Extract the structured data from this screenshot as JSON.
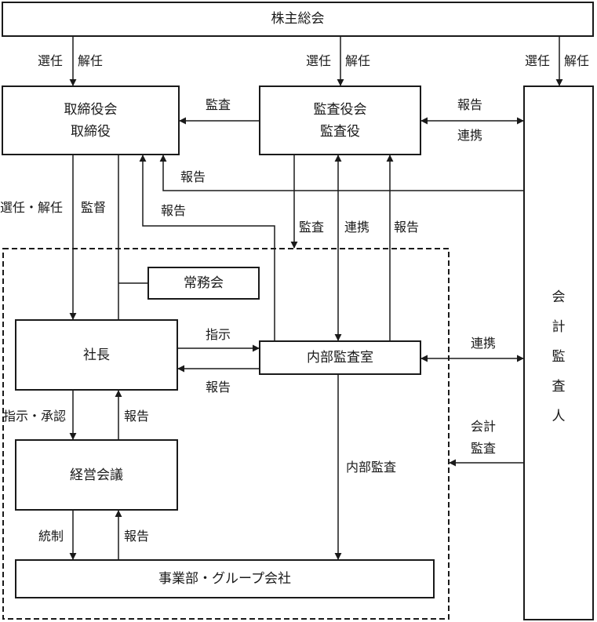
{
  "boxes": {
    "shareholders": "株主総会",
    "board_title": "取締役会",
    "board_sub": "取締役",
    "audit_board_title": "監査役会",
    "audit_board_sub": "監査役",
    "auditor": "会計監査人",
    "executive": "常務会",
    "president": "社長",
    "internal_audit": "内部監査室",
    "mgmt_meeting": "経営会議",
    "business_units": "事業部・グループ会社"
  },
  "labels": {
    "elect1a": "選任",
    "elect1b": "解任",
    "elect2a": "選任",
    "elect2b": "解任",
    "elect3a": "選任",
    "elect3b": "解任",
    "audit_board_to_board": "監査",
    "report_auditor_ab": "報告",
    "coop_auditor_ab": "連携",
    "report_auditor_board": "報告",
    "elect_dismiss": "選任・解任",
    "supervise": "監督",
    "report_ia_board": "報告",
    "audit_down": "監査",
    "coop_down": "連携",
    "report_up": "報告",
    "instruct": "指示",
    "report_ia_pres": "報告",
    "coop_ia_auditor": "連携",
    "instruct_approve": "指示・承認",
    "report_mm_pres": "報告",
    "acct_audit_1": "会計",
    "acct_audit_2": "監査",
    "internal_audit_label": "内部監査",
    "control": "統制",
    "report_bu_mm": "報告"
  },
  "auditor_chars": [
    "会",
    "計",
    "監",
    "査",
    "人"
  ]
}
